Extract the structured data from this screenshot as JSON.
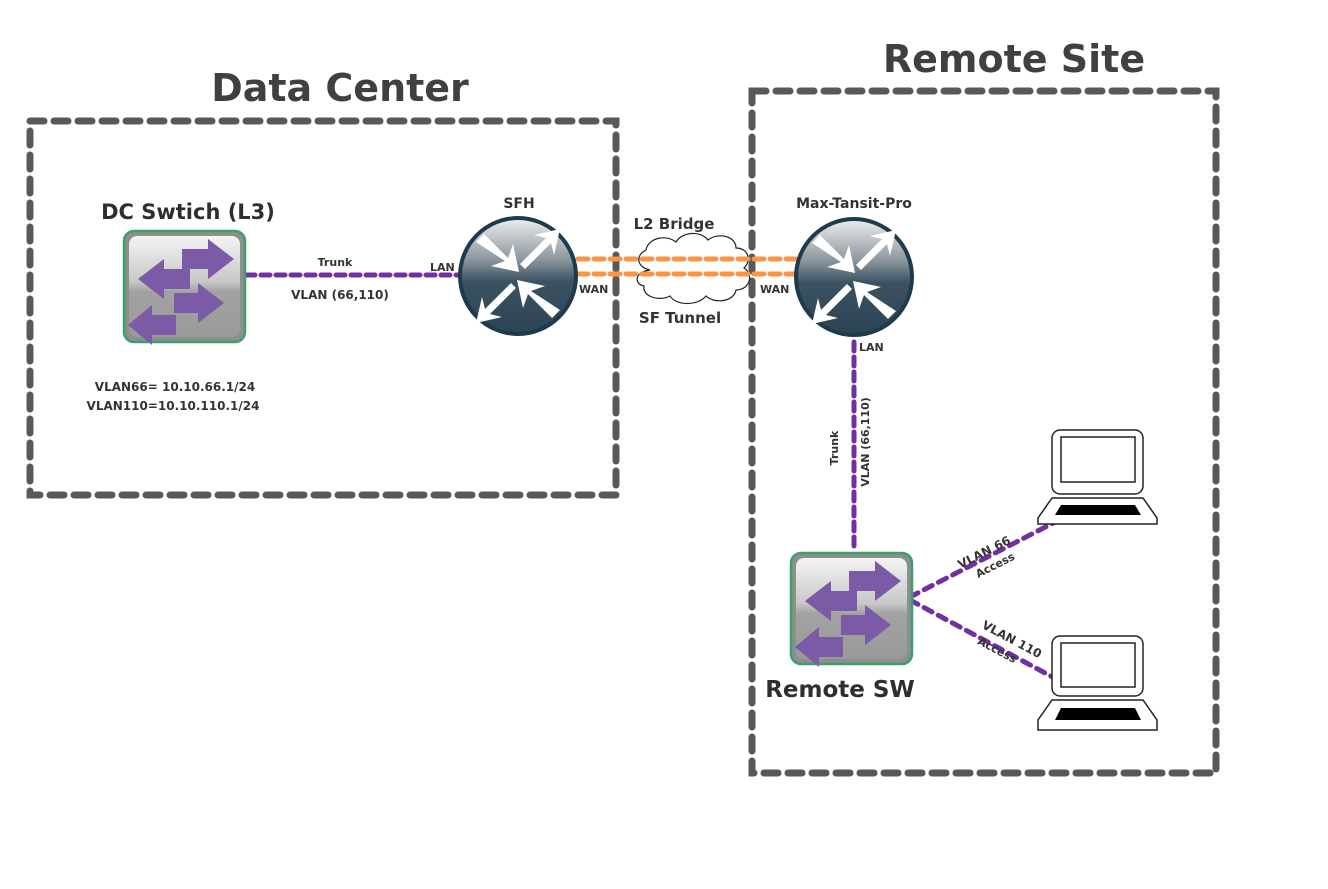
{
  "zones": {
    "data_center": {
      "title": "Data Center"
    },
    "remote_site": {
      "title": "Remote Site"
    }
  },
  "nodes": {
    "dc_switch": {
      "label": "DC Swtich (L3)",
      "icon": "switch-icon",
      "config": [
        "VLAN66= 10.10.66.1/24",
        "VLAN110=10.10.110.1/24"
      ]
    },
    "sfh": {
      "label": "SFH",
      "icon": "router-icon"
    },
    "max_transit": {
      "label": "Max-Tansit-Pro",
      "icon": "router-icon"
    },
    "remote_sw": {
      "label": "Remote SW",
      "icon": "switch-icon"
    },
    "laptop_1": {
      "icon": "laptop-icon"
    },
    "laptop_2": {
      "icon": "laptop-icon"
    },
    "tunnel_cloud": {
      "icon": "cloud-icon"
    }
  },
  "links": {
    "dc_trunk": {
      "top_label": "Trunk",
      "bottom_label": "VLAN (66,110)",
      "end_label": "LAN"
    },
    "bridge": {
      "top_label": "L2 Bridge",
      "bottom_label": "SF Tunnel",
      "left_port": "WAN",
      "right_port": "WAN"
    },
    "remote_trunk": {
      "port_label": "LAN",
      "left_label": "Trunk",
      "right_label": "VLAN (66,110)"
    },
    "access_66": {
      "line1": "VLAN 66",
      "line2": "Access"
    },
    "access_110": {
      "line1": "VLAN 110",
      "line2": "Access"
    }
  },
  "colors": {
    "zone_border": "#595959",
    "trunk_line": "#7030a0",
    "bridge_line": "#f79646",
    "switch_border": "#3aa06c",
    "switch_arrow": "#7b5aa6",
    "router_dark": "#2b4252",
    "router_light": "#c9ced3"
  }
}
